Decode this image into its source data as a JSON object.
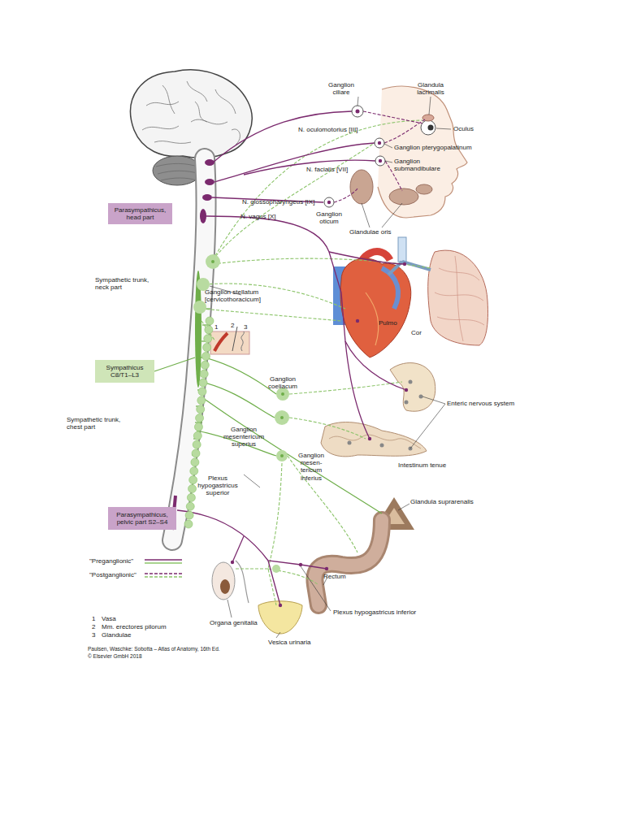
{
  "diagram": {
    "nodes": [
      {
        "text": [
          "Parasympathicus, head part"
        ]
      },
      {
        "text": [
          "Sympathicus C8/T1–L3"
        ]
      },
      {
        "text": [
          "Parasympathicus, pelvic part S2–S4"
        ]
      }
    ],
    "labels": [
      "Ganglion ciliare",
      "Glandula lacrimalis",
      "N. oculomotorius [III]",
      "Oculus",
      "Ganglion pterygopalatinum",
      "N. facialis [VII]",
      "Ganglion submandibulare",
      "N. glossopharyngeus [IX]",
      "Ganglion oticum",
      "N. vagus [X]",
      "Glandulae oris",
      "Sympathetic trunk, neck part",
      "Ganglion stellatum [cervicothoracicum]",
      "Pulmo",
      "Cor",
      "1",
      "2",
      "3",
      "Sympathetic trunk, chest part",
      "Ganglion coeliacum",
      "Enteric nervous system",
      "Ganglion mesentericum superius",
      "Intestinum tenue",
      "Ganglion mesen-tericum inferius",
      "Plexus hypogastricus superior",
      "Glandula suprarenalis",
      "Rectum",
      "Plexus hypogastricus inferior",
      "Organa genitalia",
      "Vesica urinaria",
      "1",
      "Vasa",
      "2",
      "Mm. erectores pilorum",
      "3",
      "Glandulae",
      "Paulsen, Waschke: Sobotta – Atlas of Anatomy, 16th Ed.",
      "© Elsevier GmbH 2018"
    ],
    "legend": [
      {
        "text": "\"Preganglionic\""
      },
      {
        "text": "\"Postganglionic\""
      }
    ]
  }
}
